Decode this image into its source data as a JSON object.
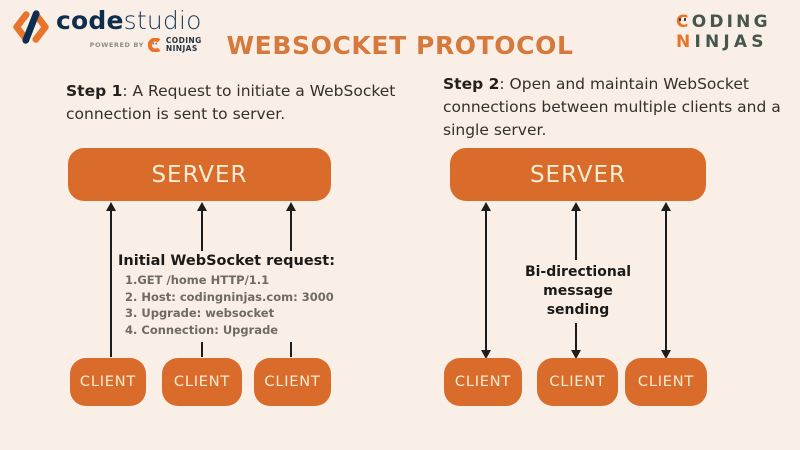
{
  "header": {
    "codestudio": {
      "brand_bold": "code",
      "brand_light": "studio",
      "powered_by": "POWERED BY",
      "mini_line1": "CODING",
      "mini_line2": "NINJAS"
    },
    "title": "WEBSOCKET PROTOCOL",
    "ninjas_logo": {
      "line1_first": "C",
      "line1_rest": "ODING",
      "line2_first": "N",
      "line2_rest": "INJAS"
    }
  },
  "icons": {
    "codestudio_mark": "angle-brackets-with-slash",
    "coding_ninjas_mark": "ninja-c-with-eyes"
  },
  "colors": {
    "background": "#FAEFE6",
    "box_orange": "#D96B2B",
    "title_orange": "#D5793C",
    "box_text_cream": "#F8EDD2",
    "arrow_black": "#1C1C1C",
    "codestudio_navy": "#0D2E4E",
    "ninja_orange": "#E8742C",
    "ninja_dark": "#47564D"
  },
  "step1": {
    "label": "Step 1",
    "description": ": A Request to initiate a WebSocket connection is sent to server.",
    "server_label": "SERVER",
    "request_title": "Initial WebSocket request:",
    "request_items": [
      "1.GET /home HTTP/1.1",
      "2. Host: codingninjas.com: 3000",
      "3. Upgrade: websocket",
      "4. Connection: Upgrade"
    ],
    "clients": [
      "CLIENT",
      "CLIENT",
      "CLIENT"
    ]
  },
  "step2": {
    "label": "Step 2",
    "description": ": Open and maintain WebSocket connections between multiple clients and a single server.",
    "server_label": "SERVER",
    "annotation_line1": "Bi-directional",
    "annotation_line2": "message sending",
    "clients": [
      "CLIENT",
      "CLIENT",
      "CLIENT"
    ]
  }
}
